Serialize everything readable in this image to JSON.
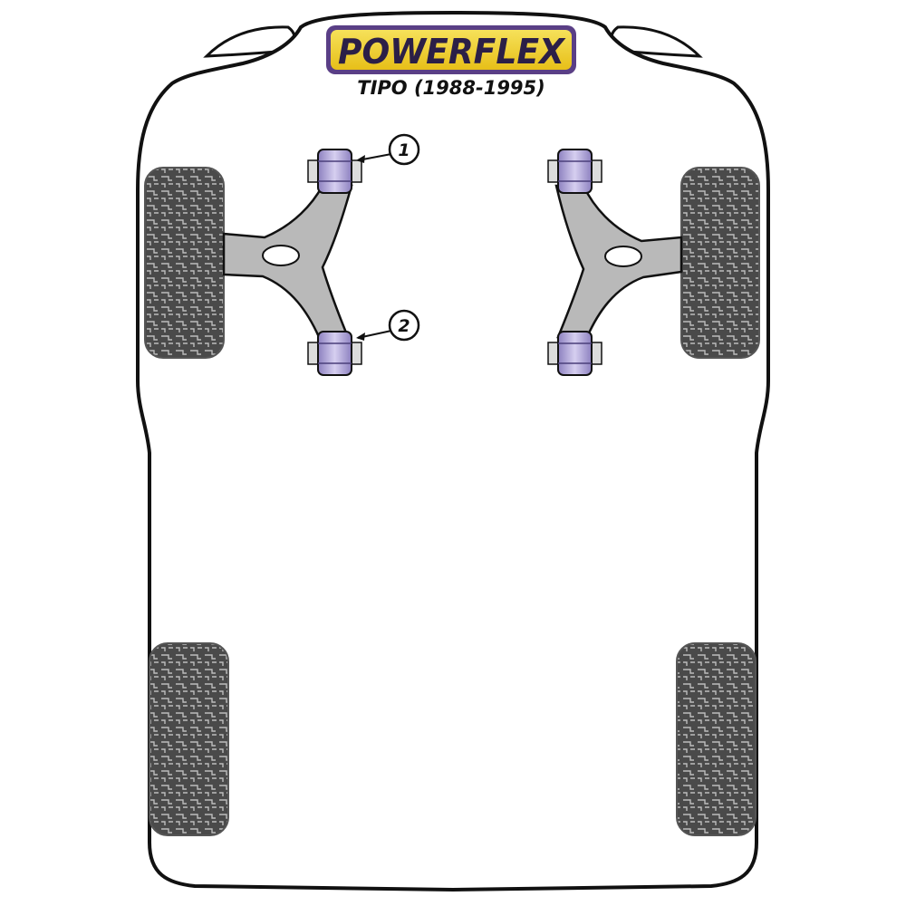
{
  "brand": {
    "name": "POWERFLEX",
    "model": "TIPO (1988-1995)",
    "colors": {
      "logo_fill": "#f3d430",
      "logo_border": "#5a3f86",
      "logo_text": "#2b1f47"
    }
  },
  "callouts": [
    {
      "number": "1",
      "target": "rear-bush-left-arm"
    },
    {
      "number": "2",
      "target": "front-bush-left-arm"
    }
  ],
  "colors": {
    "outline": "#111111",
    "body_fill": "#ffffff",
    "arm_fill": "#b9b9b9",
    "bush_fill": "#9a8ec9",
    "bush_light": "#d6cff0",
    "tyre_fill": "#4a4a4a",
    "tread": "#bdbdbd"
  }
}
